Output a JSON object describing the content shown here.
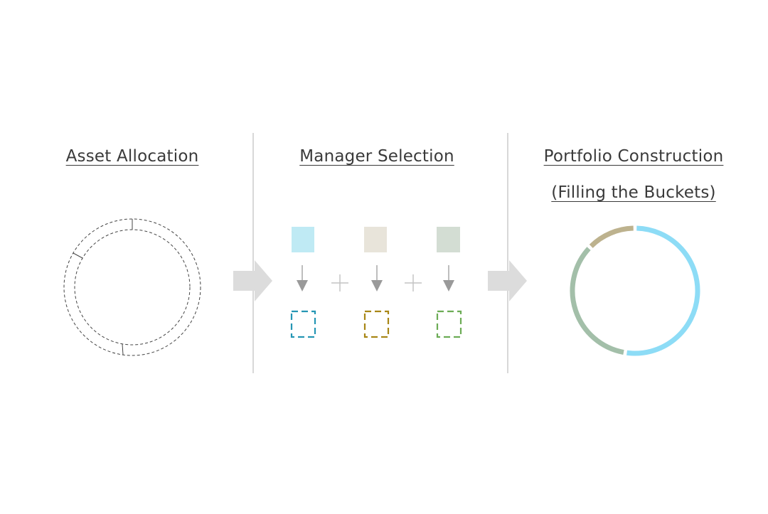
{
  "headings": {
    "asset_allocation": "Asset Allocation",
    "manager_selection": "Manager Selection",
    "portfolio_construction_line1": "Portfolio Construction",
    "portfolio_construction_line2": "(Filling the Buckets)"
  },
  "colors": {
    "blue_fill": "#bfeaf4",
    "blue_dash": "#2596b4",
    "beige_fill": "#e8e4da",
    "beige_dash": "#a88615",
    "green_fill": "#d3ddd3",
    "green_dash": "#6cac55",
    "ring_blue": "#8ddcf6",
    "ring_green": "#a3bfa9",
    "ring_tan": "#bdb28e",
    "arrow_gray": "#dcdcdc",
    "divider": "#bdbdbd",
    "small_arrow": "#9a9a9a"
  },
  "portfolio_ring": {
    "segments": [
      {
        "color_key": "ring_blue",
        "share": 0.525
      },
      {
        "color_key": "ring_green",
        "share": 0.347
      },
      {
        "color_key": "ring_tan",
        "share": 0.128
      }
    ]
  }
}
